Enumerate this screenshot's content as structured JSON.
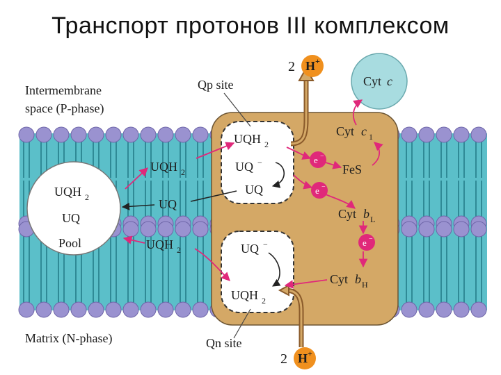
{
  "title": "Транспорт протонов III комплексом",
  "labels": {
    "intermembrane_line1": "Intermembrane",
    "intermembrane_line2": "space (P-phase)",
    "matrix": "Matrix (N-phase)",
    "qp_site": "Qp site",
    "qn_site": "Qn site",
    "cyt_c": "Cyt",
    "cyt_c_italic": "c",
    "cyt_c1": "Cyt",
    "cyt_c1_italic": "c",
    "cyt_c1_sub": "1",
    "fes": "FeS",
    "cyt_bl": "Cyt",
    "cyt_bl_italic": "b",
    "cyt_bl_sub": "L",
    "cyt_bh": "Cyt",
    "cyt_bh_italic": "b",
    "cyt_bh_sub": "H",
    "pool_uqh2": "UQH",
    "pool_uqh2_sub": "2",
    "pool_uq": "UQ",
    "pool_word": "Pool",
    "mem_uqh2_top": "UQH",
    "mem_uqh2_top_sub": "2",
    "mem_uq": "UQ",
    "mem_uqh2_bottom": "UQH",
    "mem_uqh2_bottom_sub": "2",
    "qp_uqh2": "UQH",
    "qp_uqh2_sub": "2",
    "qp_uq_minus": "UQ",
    "qp_uq_minus_sup": "−",
    "qp_uq": "UQ",
    "qn_uq_minus": "UQ",
    "qn_uq_minus_sup": "−",
    "qn_uqh2": "UQH",
    "qn_uqh2_sub": "2",
    "proton_top_count": "2",
    "proton_top": "H",
    "proton_top_sup": "+",
    "proton_bottom_count": "2",
    "proton_bottom": "H",
    "proton_bottom_sup": "+",
    "electron": "e",
    "electron_sup": "−"
  },
  "colors": {
    "membrane": "#5bbfc9",
    "lipid_head": "#9a92d0",
    "lipid_tail": "#2f8a96",
    "complex": "#d4a866",
    "complex_edge": "#6b5433",
    "cyt_c": "#a8dce0",
    "electron": "#e0287a",
    "proton": "#f0901e",
    "arrow_pink": "#e0287a",
    "arrow_dark": "#222222"
  }
}
